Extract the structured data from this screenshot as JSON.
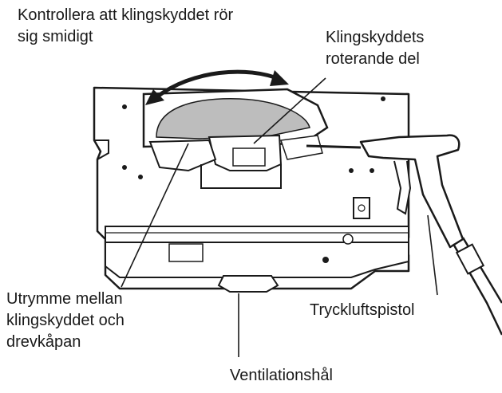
{
  "labels": {
    "guard_check": "Kontrollera att klingskyddet rör\nsig smidigt",
    "guard_rotating": "Klingskyddets\nroterande del",
    "gap": "Utrymme mellan\nklingskyddet och\ndrevkåpan",
    "air_gun": "Tryckluftspistol",
    "vent": "Ventilationshål"
  },
  "colors": {
    "line": "#1a1a1a",
    "fill": "#ffffff",
    "blade_fill": "#bdbdbd"
  }
}
